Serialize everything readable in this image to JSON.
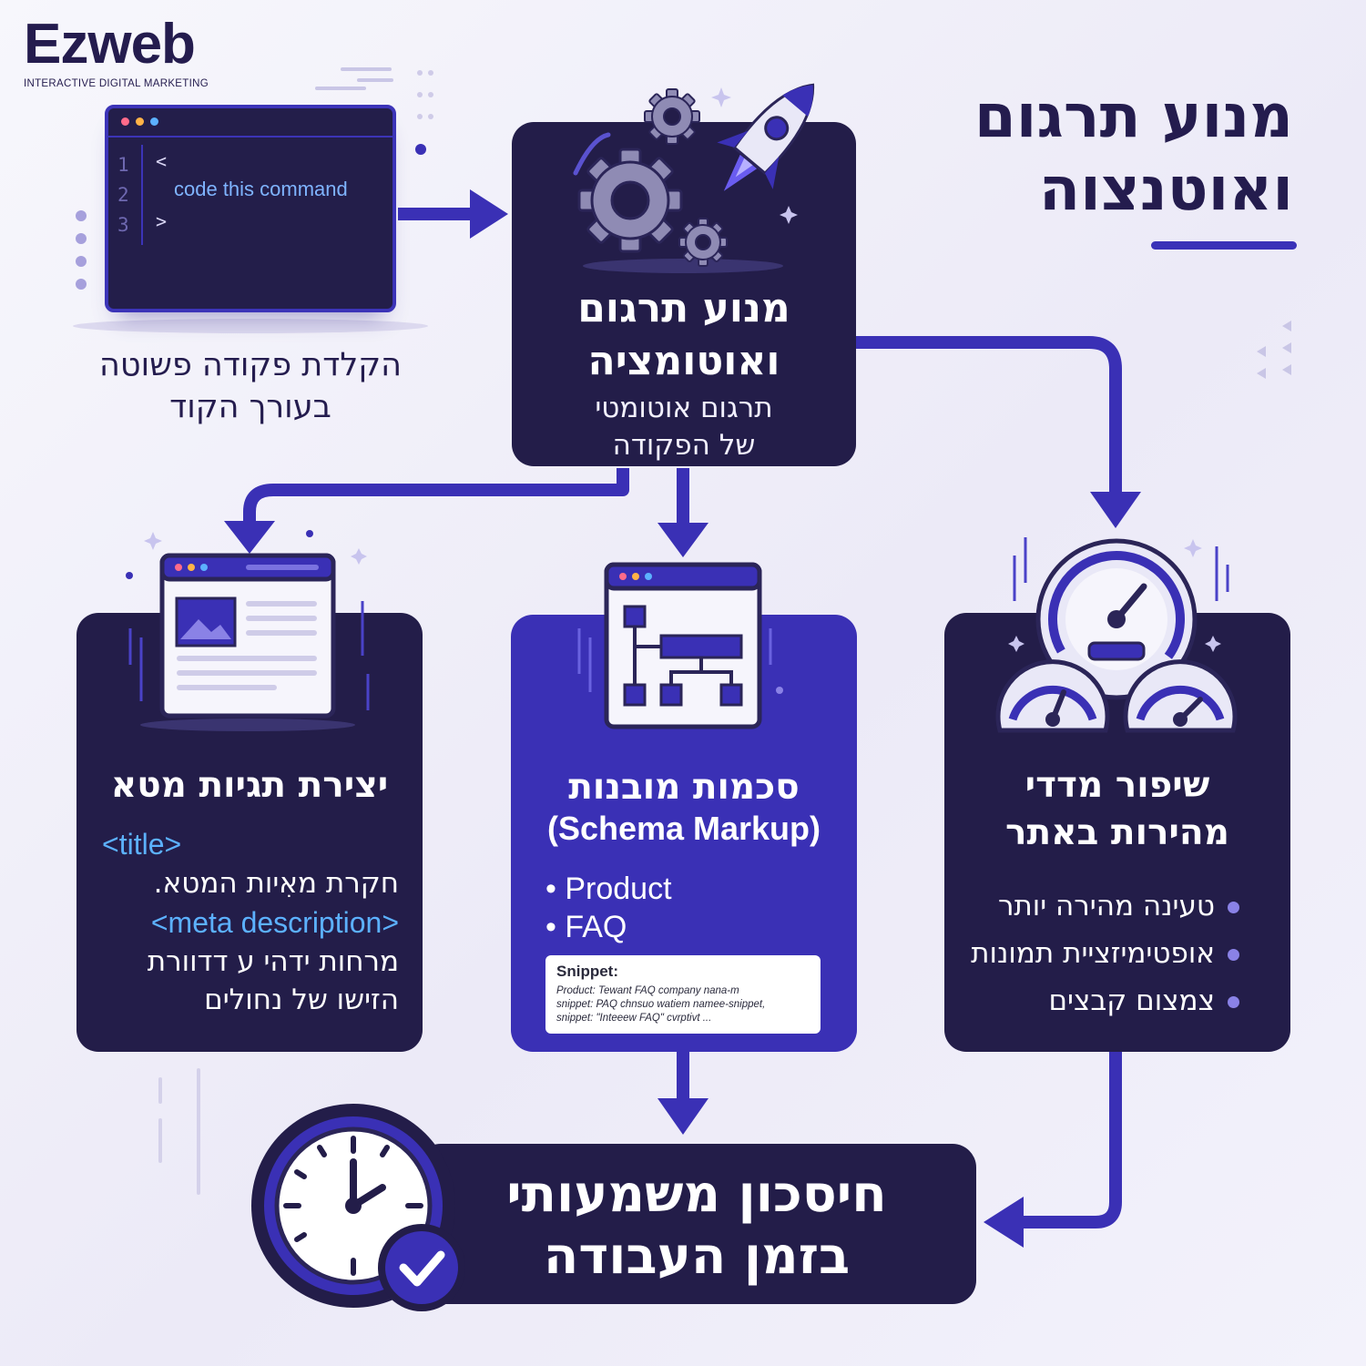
{
  "logo": {
    "name": "Ezweb",
    "tagline": "INTERACTIVE DIGITAL MARKETING"
  },
  "title": {
    "line1": "מנוע תרגום",
    "line2": "ואוטנצוה"
  },
  "editor": {
    "line_numbers": [
      "1",
      "2",
      "3"
    ],
    "open_symbol": "<",
    "command": "code this command",
    "close_symbol": ">",
    "caption_line1": "הקלדת פקודה פשוטה",
    "caption_line2": "בעורך הקוד"
  },
  "engine": {
    "title_line1": "מנוע תרגום",
    "title_line2": "ואוטומציה",
    "subtitle_line1": "תרגום אוטומטי",
    "subtitle_line2": "של הפקודה"
  },
  "meta": {
    "title": "יצירת תגיות מטא",
    "tag1": "<title>",
    "line1": "חקרת מאִיות המטא.",
    "tag2": "<meta description>",
    "line2": "מרחות ידהי ע דדוורת",
    "line3": "הזישו של נחולים"
  },
  "schema": {
    "title": "סכמות מובנות",
    "title_en": "(Schema Markup)",
    "bullets": [
      "• Product",
      "• FAQ"
    ],
    "snippet_title": "Snippet:",
    "snippet_lines": [
      "Product: Tewant FAQ company nana-m",
      "snippet: PAQ chnsuo watiem namee-snippet,",
      "snippet: \"Inteeew FAQ\" cvrptivt ..."
    ]
  },
  "speed": {
    "title_line1": "שיפור מדדי",
    "title_line2": "מהירות באתר",
    "items": [
      "טעינה מהירה יותר",
      "אופטימיזציית תמונות",
      "צמצום קבצים"
    ]
  },
  "result": {
    "line1": "חיסכון משמעותי",
    "line2": "בזמן העבודה"
  },
  "colors": {
    "navy": "#231d49",
    "indigo": "#3a30b5",
    "accent_blue": "#5cb1ff",
    "background": "#f3f2fb"
  },
  "icons": [
    "rocket-icon",
    "gear-icon",
    "browser-icon",
    "sitemap-icon",
    "speedometer-icon",
    "clock-icon",
    "check-icon"
  ]
}
